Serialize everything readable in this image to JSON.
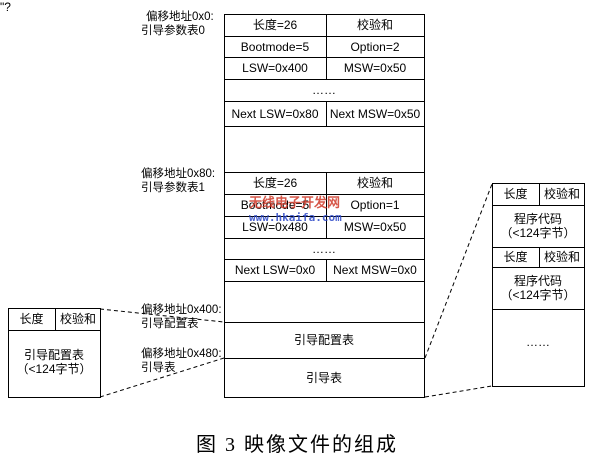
{
  "corner_mark": "\"?",
  "labels": {
    "offset0": "偏移地址0x0:",
    "param0": "引导参数表0",
    "offset80": "偏移地址0x80:",
    "param1": "引导参数表1",
    "offset400": "偏移地址0x400:",
    "config": "引导配置表",
    "offset480": "偏移地址0x480:",
    "boot": "引导表"
  },
  "table0": {
    "length": "长度=26",
    "checksum": "校验和",
    "bootmode": "Bootmode=5",
    "option": "Option=2",
    "lsw": "LSW=0x400",
    "msw": "MSW=0x50",
    "ellipsis": "……",
    "next_lsw": "Next LSW=0x80",
    "next_msw": "Next MSW=0x50"
  },
  "table1": {
    "length": "长度=26",
    "checksum": "校验和",
    "bootmode": "Bootmode=5",
    "option": "Option=1",
    "lsw": "LSW=0x480",
    "msw": "MSW=0x50",
    "ellipsis": "……",
    "next_lsw": "Next LSW=0x0",
    "next_msw": "Next MSW=0x0"
  },
  "main_blocks": {
    "config": "引导配置表",
    "boot": "引导表"
  },
  "left_box": {
    "length": "长度",
    "checksum": "校验和",
    "body_line1": "引导配置表",
    "body_line2": "（<124字节）"
  },
  "right_box": {
    "length1": "长度",
    "checksum1": "校验和",
    "code1_line1": "程序代码",
    "code1_line2": "（<124字节）",
    "length2": "长度",
    "checksum2": "校验和",
    "code2_line1": "程序代码",
    "code2_line2": "（<124字节）",
    "ellipsis": "……"
  },
  "watermark": {
    "cn": "无线电子开发网",
    "url": "www.hkaifa.com"
  },
  "caption": "图 3 映像文件的组成"
}
